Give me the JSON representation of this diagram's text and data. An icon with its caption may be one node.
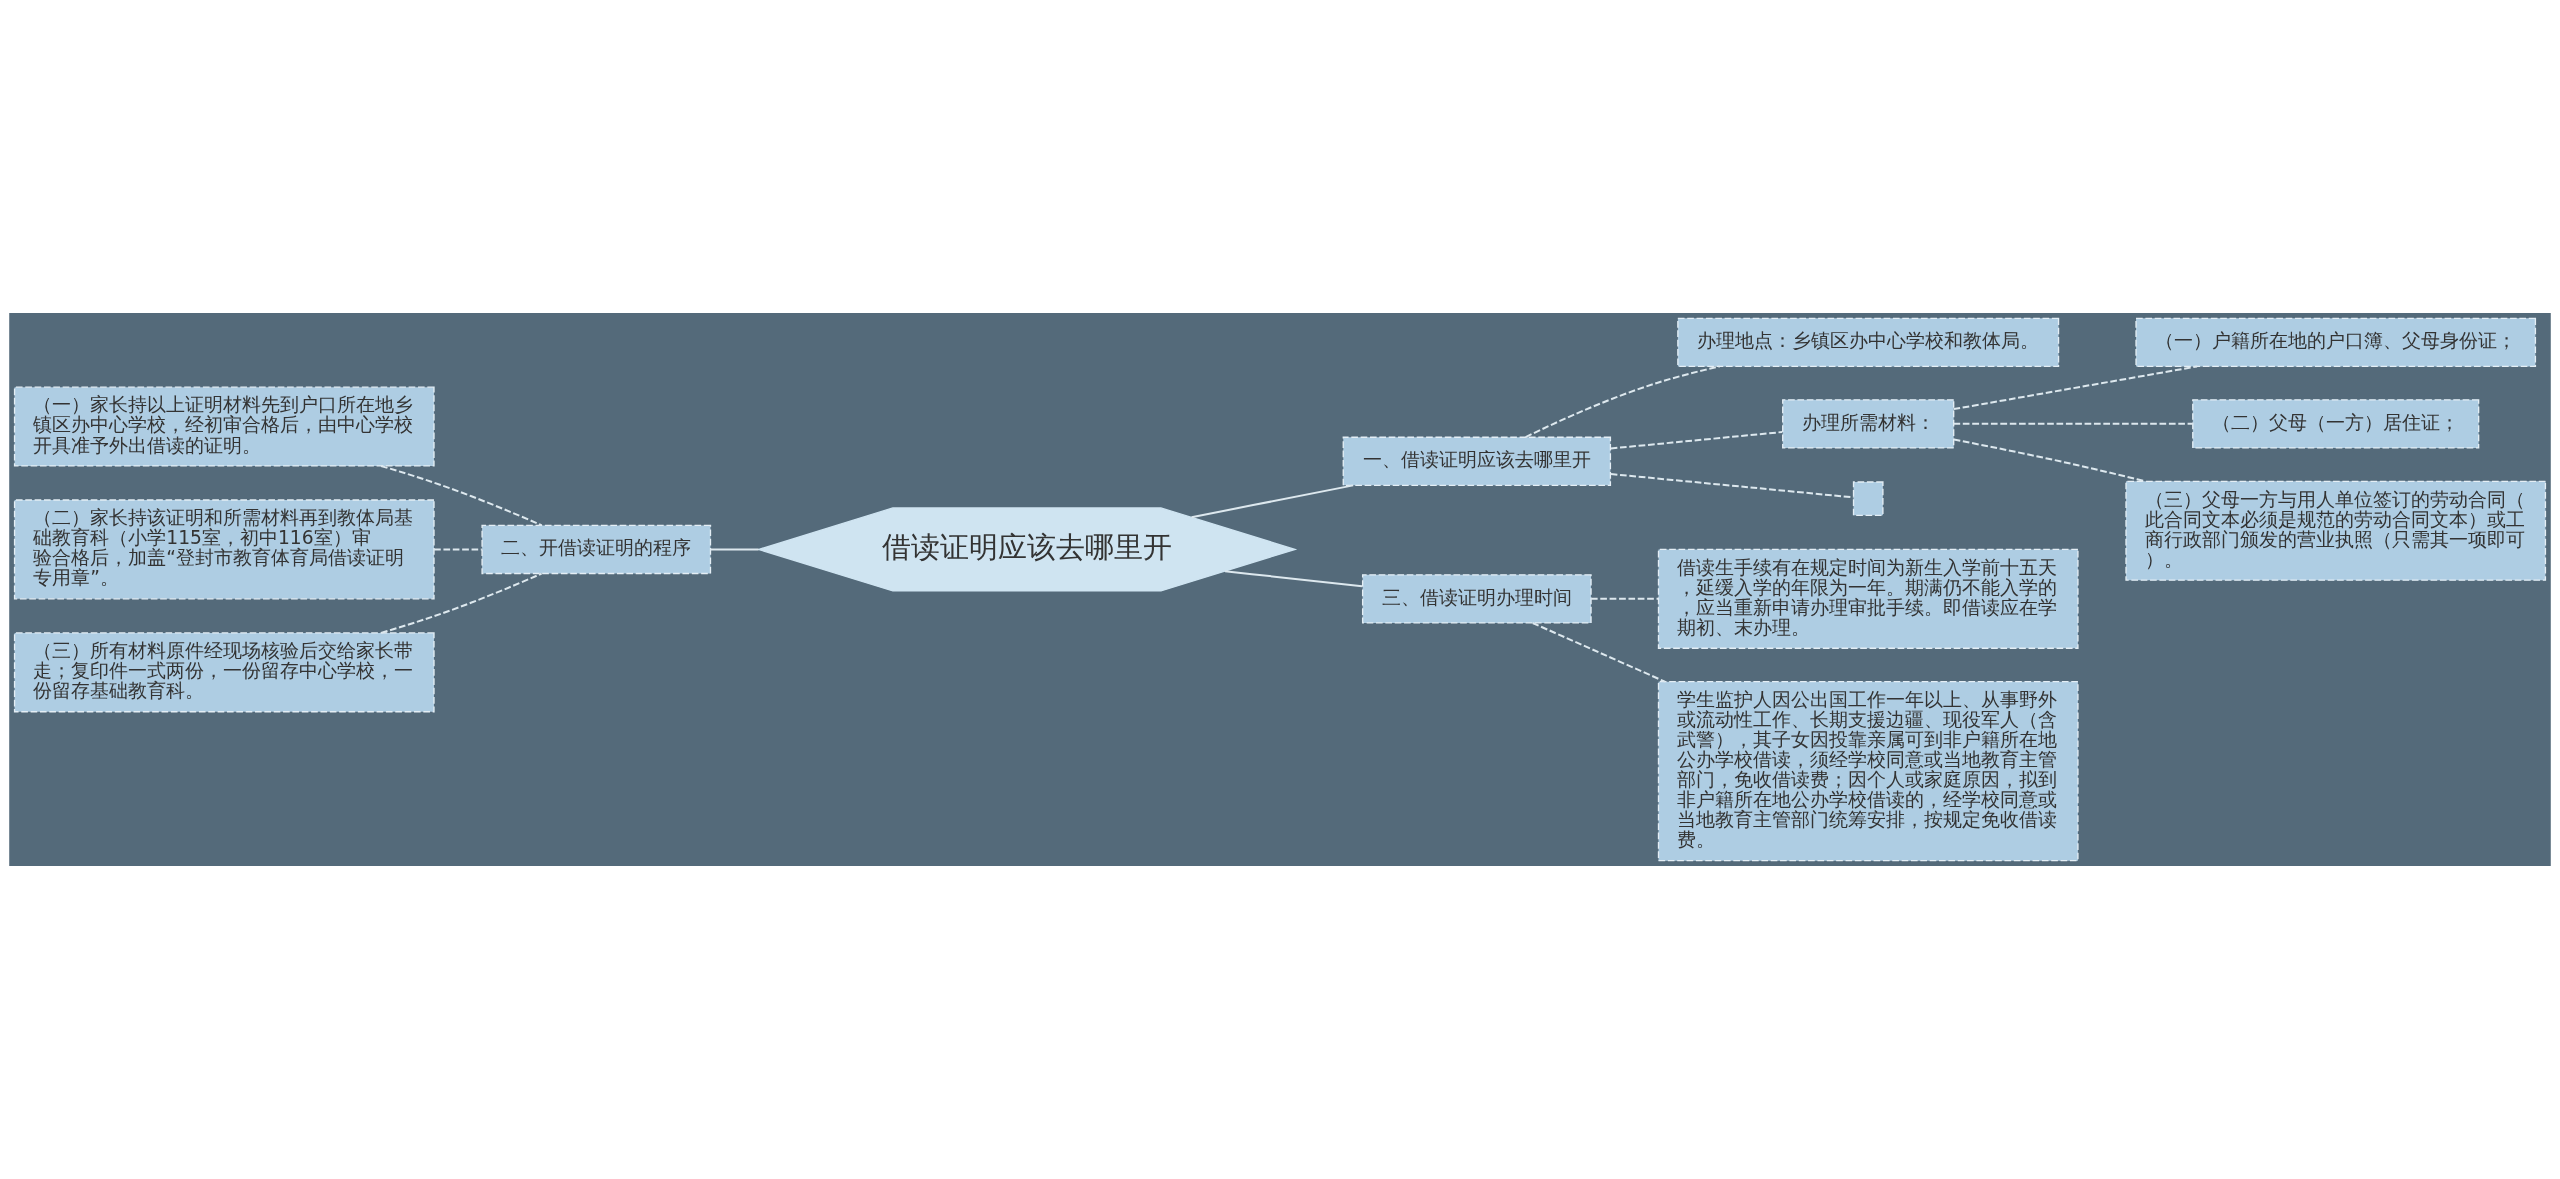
{
  "diagram": {
    "nodes": [
      {
        "text": [
          "借读证明应该去哪里开"
        ]
      },
      {
        "text": [
          "一、借读证明应该去哪里开"
        ]
      },
      {
        "text": [
          "办理地点：乡镇区办中心学校和教体局。"
        ]
      },
      {
        "text": [
          "办理所需材料："
        ]
      },
      {
        "text": [
          "（一）户籍所在地的户口簿、父母身份证；"
        ]
      },
      {
        "text": [
          "（二）父母（一方）居住证；"
        ]
      },
      {
        "text": [
          "（三）父母一方与用人单位签订的劳动合同（此合同文本必须是规范的劳动合同文本）或工商行政部门颁发的营业执照（只需其一项即可）。"
        ]
      },
      {
        "text": [],
        "shape": "box"
      },
      {
        "text": [
          "二、开借读证明的程序"
        ]
      },
      {
        "text": [
          "（一）家长持以上证明材料先到户口所在地乡镇区办中心学校，经初审合格后，由中心学校开具准予外出借读的证明。"
        ]
      },
      {
        "text": [
          "（二）家长持该证明和所需材料再到教体局基础教育科（小学115室，初中116室）审验合格后，加盖“登封市教育体育局借读证明专用章”。"
        ]
      },
      {
        "text": [
          "（三）所有材料原件经现场核验后交给家长带走；复印件一式两份，一份留存中心学校，一份留存基础教育科。"
        ]
      },
      {
        "text": [
          "三、借读证明办理时间"
        ]
      },
      {
        "text": [
          "借读生手续有在规定时间为新生入学前十五天，延缓入学的年限为一年。期满仍不能入学的，应当重新申请办理审批手续。即借读应在学期初、末办理。"
        ]
      },
      {
        "text": [
          "学生监护人因公出国工作一年以上、从事野外或流动性工作、长期支援边疆、现役军人（含武警），其子女因投靠亲属可到非户籍所在地公办学校借读，须经学校同意或当地教育主管部门，免收借读费；因个人或家庭原因，拟到非户籍所在地公办学校借读的，经学校同意或当地教育主管部门统筹安排，按规定免收借读费。"
        ]
      }
    ],
    "edges": [
      {
        "from": 0,
        "to": 1,
        "arrow": "none"
      },
      {
        "from": 1,
        "to": 2,
        "arrow": "none",
        "style": "dashed"
      },
      {
        "from": 1,
        "to": 3,
        "arrow": "none",
        "style": "dashed"
      },
      {
        "from": 3,
        "to": 4,
        "arrow": "none",
        "style": "dashed"
      },
      {
        "from": 3,
        "to": 5,
        "arrow": "none",
        "style": "dashed"
      },
      {
        "from": 3,
        "to": 6,
        "arrow": "none",
        "style": "dashed"
      },
      {
        "from": 1,
        "to": 7,
        "arrow": "none",
        "style": "dashed"
      },
      {
        "from": 0,
        "to": 8,
        "arrow": "none"
      },
      {
        "from": 8,
        "to": 9,
        "arrow": "none",
        "style": "dashed"
      },
      {
        "from": 8,
        "to": 10,
        "arrow": "none",
        "style": "dashed"
      },
      {
        "from": 8,
        "to": 11,
        "arrow": "none",
        "style": "dashed"
      },
      {
        "from": 0,
        "to": 12,
        "arrow": "none"
      },
      {
        "from": 12,
        "to": 13,
        "arrow": "none",
        "style": "dashed"
      },
      {
        "from": 12,
        "to": 14,
        "arrow": "none",
        "style": "dashed"
      }
    ]
  }
}
